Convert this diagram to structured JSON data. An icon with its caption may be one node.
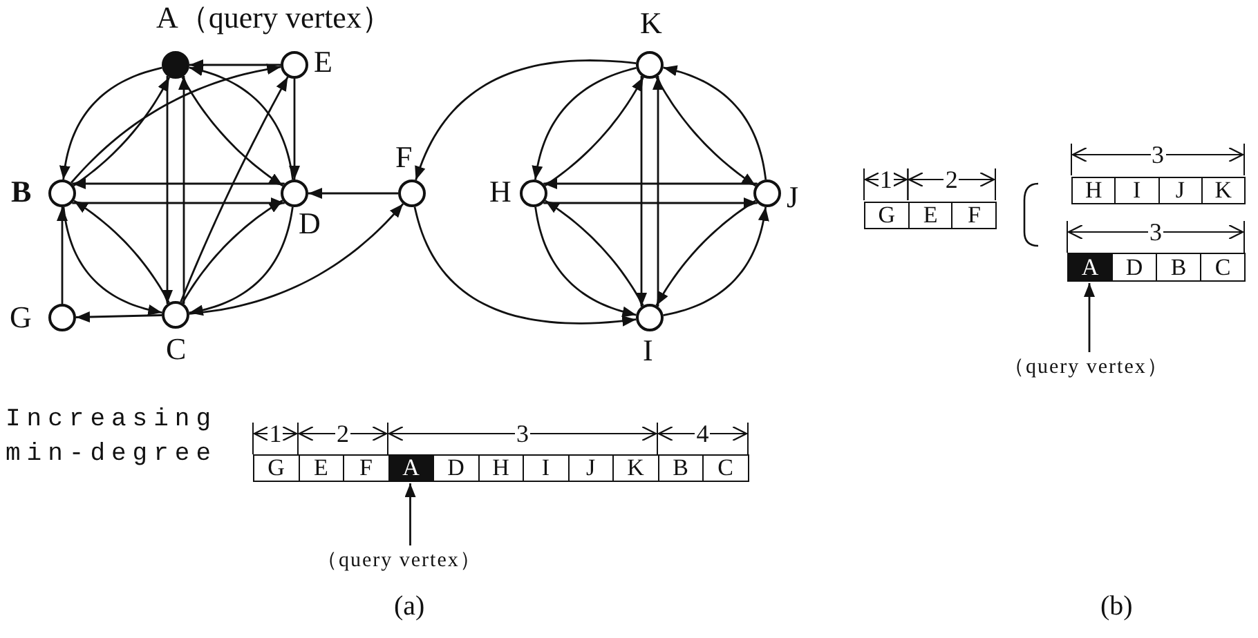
{
  "diagram": {
    "nodes": [
      {
        "text": [
          "A（query vertex）"
        ]
      },
      {
        "text": [
          "E"
        ]
      },
      {
        "text": [
          "B"
        ]
      },
      {
        "text": [
          "D"
        ]
      },
      {
        "text": [
          "F"
        ]
      },
      {
        "text": [
          "G"
        ]
      },
      {
        "text": [
          "C"
        ]
      },
      {
        "text": [
          "K"
        ]
      },
      {
        "text": [
          "H"
        ]
      },
      {
        "text": [
          "J"
        ]
      },
      {
        "text": [
          "I"
        ]
      },
      {
        "text": [
          "（query vertex）"
        ]
      },
      {
        "text": [
          "（query vertex）"
        ]
      },
      {
        "text": [
          "A"
        ]
      },
      {
        "text": [
          "A"
        ]
      }
    ],
    "edges": [
      {
        "from": 1,
        "to": 0,
        "arrow": "to"
      },
      {
        "from": 1,
        "to": 3,
        "arrow": "to"
      },
      {
        "from": 0,
        "to": 6,
        "arrow": "to"
      },
      {
        "from": 6,
        "to": 0,
        "arrow": "to"
      },
      {
        "from": 0,
        "to": 2,
        "arrow": "to"
      },
      {
        "from": 2,
        "to": 0,
        "arrow": "to"
      },
      {
        "from": 2,
        "to": 1,
        "arrow": "to"
      },
      {
        "from": 0,
        "to": 3,
        "arrow": "to"
      },
      {
        "from": 3,
        "to": 0,
        "arrow": "to"
      },
      {
        "from": 3,
        "to": 2,
        "arrow": "to"
      },
      {
        "from": 2,
        "to": 3,
        "arrow": "to"
      },
      {
        "from": 2,
        "to": 6,
        "arrow": "to"
      },
      {
        "from": 6,
        "to": 2,
        "arrow": "to"
      },
      {
        "from": 6,
        "to": 3,
        "arrow": "to"
      },
      {
        "from": 3,
        "to": 6,
        "arrow": "to"
      },
      {
        "from": 6,
        "to": 1,
        "arrow": "to"
      },
      {
        "from": 5,
        "to": 2,
        "arrow": "to"
      },
      {
        "from": 6,
        "to": 5,
        "arrow": "to"
      },
      {
        "from": 6,
        "to": 4,
        "arrow": "to"
      },
      {
        "from": 4,
        "to": 3,
        "arrow": "to"
      },
      {
        "from": 7,
        "to": 4,
        "arrow": "to"
      },
      {
        "from": 4,
        "to": 10,
        "arrow": "to"
      },
      {
        "from": 7,
        "to": 8,
        "arrow": "to"
      },
      {
        "from": 8,
        "to": 7,
        "arrow": "to"
      },
      {
        "from": 7,
        "to": 9,
        "arrow": "to"
      },
      {
        "from": 9,
        "to": 7,
        "arrow": "to"
      },
      {
        "from": 8,
        "to": 9,
        "arrow": "to"
      },
      {
        "from": 9,
        "to": 8,
        "arrow": "to"
      },
      {
        "from": 7,
        "to": 10,
        "arrow": "to"
      },
      {
        "from": 10,
        "to": 7,
        "arrow": "to"
      },
      {
        "from": 8,
        "to": 10,
        "arrow": "to"
      },
      {
        "from": 10,
        "to": 8,
        "arrow": "to"
      },
      {
        "from": 9,
        "to": 10,
        "arrow": "to"
      },
      {
        "from": 10,
        "to": 9,
        "arrow": "to"
      },
      {
        "from": 11,
        "to": 13,
        "arrow": "to"
      },
      {
        "from": 12,
        "to": 14,
        "arrow": "to"
      }
    ],
    "labels": [
      "Increasing min-degree",
      "1",
      "2",
      "3",
      "4",
      "G",
      "E",
      "F",
      "D",
      "H",
      "I",
      "J",
      "K",
      "B",
      "C",
      "1",
      "2",
      "G",
      "E",
      "F",
      "3",
      "H",
      "I",
      "J",
      "K",
      "3",
      "D",
      "B",
      "C",
      "(a)",
      "(b)"
    ]
  }
}
